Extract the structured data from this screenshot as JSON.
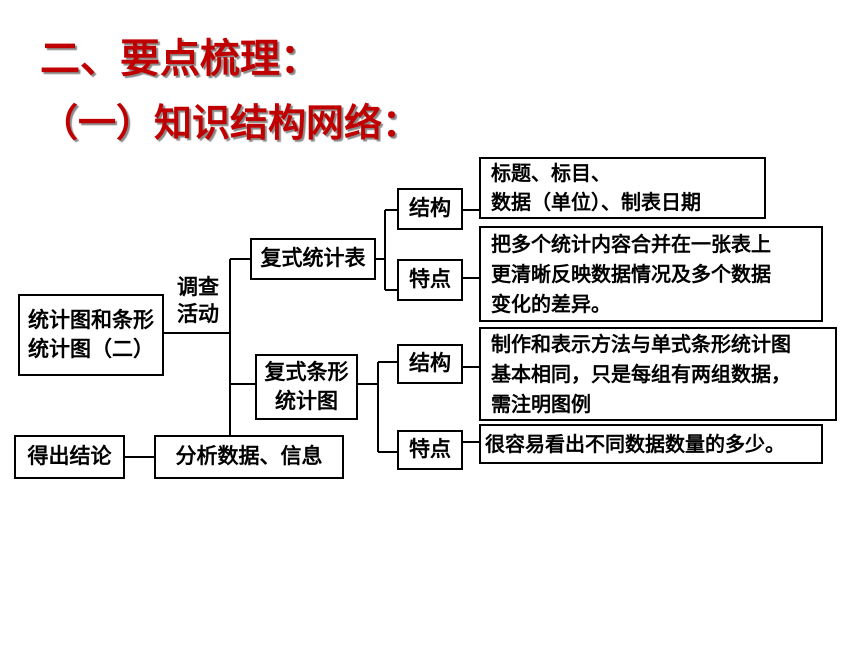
{
  "heading": {
    "title1": "二、要点梳理：",
    "title2": "（一）知识结构网络："
  },
  "diagram": {
    "root": "统计图和条形\n统计图（二）",
    "survey_label": "调查\n活动",
    "conclusion": "得出结论",
    "analyze": "分析数据、信息",
    "compound_table": {
      "label": "复式统计表",
      "structure_label": "结构",
      "structure_text": "标题、标目、\n数据（单位）、制表日期",
      "feature_label": "特点",
      "feature_text": "把多个统计内容合并在一张表上\n更清晰反映数据情况及多个数据\n变化的差异。"
    },
    "compound_bar": {
      "label": "复式条形\n统计图",
      "structure_label": "结构",
      "structure_text": "制作和表示方法与单式条形统计图\n基本相同，只是每组有两组数据，\n需注明图例",
      "feature_label": "特点",
      "feature_text": "很容易看出不同数据数量的多少。"
    }
  }
}
